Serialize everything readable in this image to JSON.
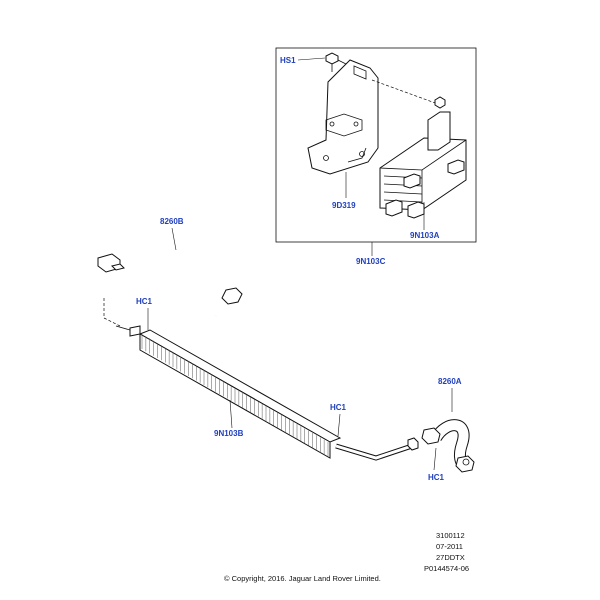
{
  "callouts": {
    "hs1": "HS1",
    "p9d319": "9D319",
    "p9n103a": "9N103A",
    "p9n103c": "9N103C",
    "p8260b": "8260B",
    "hc1_left": "HC1",
    "p9n103b": "9N103B",
    "hc1_mid": "HC1",
    "p8260a": "8260A",
    "hc1_right": "HC1"
  },
  "reference": {
    "line1": "3100112",
    "line2": "07-2011",
    "line3": "27DDTX",
    "line4": "P0144574-06"
  },
  "copyright": "© Copyright, 2016. Jaguar Land Rover Limited.",
  "colors": {
    "callout_text": "#1f3fbf",
    "line": "#111111"
  }
}
